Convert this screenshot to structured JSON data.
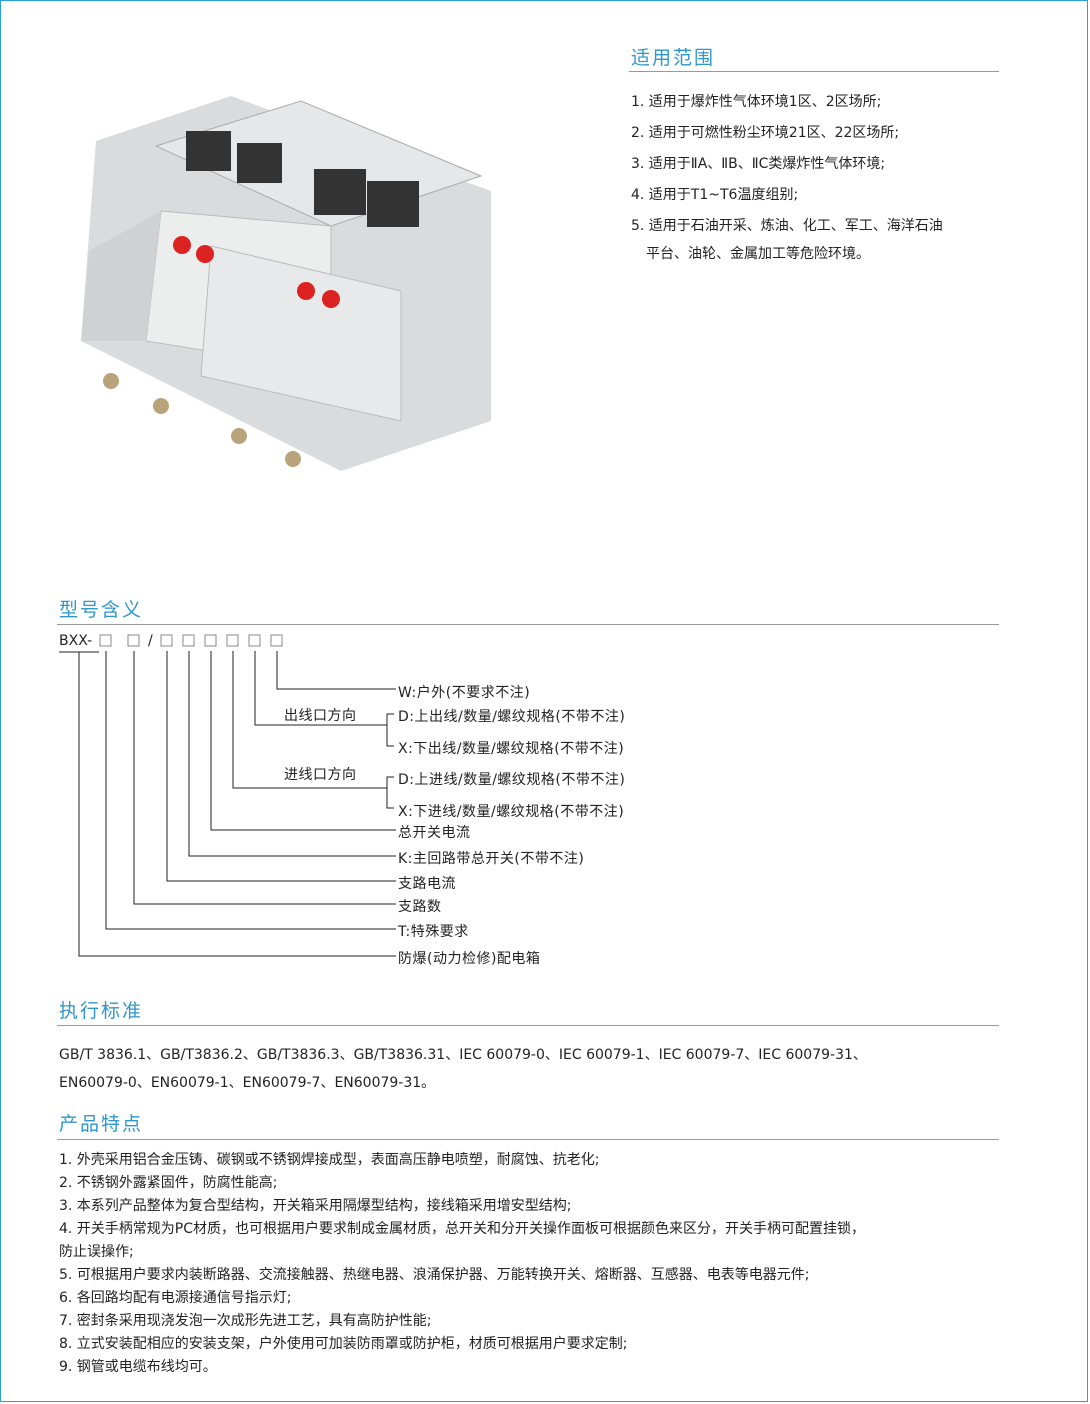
{
  "scope": {
    "title": "适用范围",
    "items": [
      "1. 适用于爆炸性气体环境1区、2区场所;",
      "2. 适用于可燃性粉尘环境21区、22区场所;",
      "3. 适用于ⅡA、ⅡB、ⅡC类爆炸性气体环境;",
      "4. 适用于T1~T6温度组别;",
      "5. 适用于石油开采、炼油、化工、军工、海洋石油",
      "平台、油轮、金属加工等危险环境。"
    ]
  },
  "model": {
    "title": "型号含义",
    "code_prefix": "BXX-",
    "code_slash": "/",
    "out_group": "出线口方向",
    "in_group": "进线口方向",
    "labels": [
      "W:户外(不要求不注)",
      "D:上出线/数量/螺纹规格(不带不注)",
      "X:下出线/数量/螺纹规格(不带不注)",
      "D:上进线/数量/螺纹规格(不带不注)",
      "X:下进线/数量/螺纹规格(不带不注)",
      "总开关电流",
      "K:主回路带总开关(不带不注)",
      "支路电流",
      "支路数",
      "T:特殊要求",
      "防爆(动力检修)配电箱"
    ]
  },
  "standards": {
    "title": "执行标准",
    "lines": [
      "GB/T 3836.1、GB/T3836.2、GB/T3836.3、GB/T3836.31、IEC 60079-0、IEC 60079-1、IEC 60079-7、IEC 60079-31、",
      "EN60079-0、EN60079-1、EN60079-7、EN60079-31。"
    ]
  },
  "features": {
    "title": "产品特点",
    "items": [
      "1. 外壳采用铝合金压铸、碳钢或不锈钢焊接成型，表面高压静电喷塑，耐腐蚀、抗老化;",
      "2. 不锈钢外露紧固件，防腐性能高;",
      "3. 本系列产品整体为复合型结构，开关箱采用隔爆型结构，接线箱采用增安型结构;",
      "4. 开关手柄常规为PC材质，也可根据用户要求制成金属材质，总开关和分开关操作面板可根据颜色来区分，开关手柄可配置挂锁，",
      "防止误操作;",
      "5. 可根据用户要求内装断路器、交流接触器、热继电器、浪涌保护器、万能转换开关、熔断器、互感器、电表等电器元件;",
      "6. 各回路均配有电源接通信号指示灯;",
      "7. 密封条采用现浇发泡一次成形先进工艺，具有高防护性能;",
      "8. 立式安装配相应的安装支架，户外使用可加装防雨罩或防护柜，材质可根据用户要求定制;",
      "9. 钢管或电缆布线均可。"
    ]
  }
}
